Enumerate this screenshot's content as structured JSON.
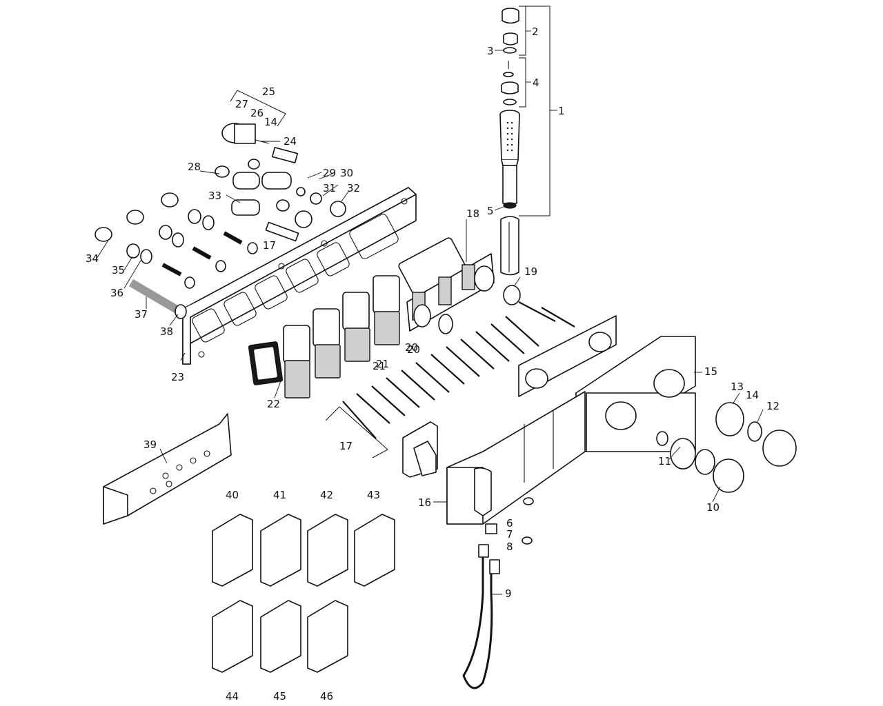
{
  "callouts": [
    "1",
    "2",
    "3",
    "4",
    "5",
    "6",
    "7",
    "8",
    "9",
    "10",
    "11",
    "12",
    "13",
    "14",
    "15",
    "16",
    "17",
    "18",
    "19",
    "20",
    "21",
    "22",
    "23",
    "24",
    "25",
    "26",
    "27",
    "28",
    "29",
    "30",
    "31",
    "32",
    "33",
    "34",
    "35",
    "36",
    "37",
    "38",
    "39",
    "40",
    "41",
    "42",
    "43",
    "44",
    "45",
    "46"
  ],
  "extra_callouts": {
    "c14b": "14",
    "c17b": "17",
    "c20b": "20",
    "c21b": "21"
  }
}
